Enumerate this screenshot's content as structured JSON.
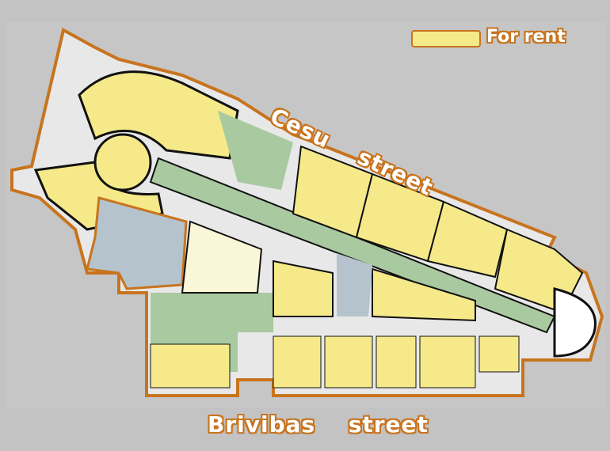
{
  "legend": {
    "label": "For rent",
    "color": "#f5e98a"
  },
  "streets": {
    "top": "Cesu  street",
    "bottom": "Brivibas  street"
  },
  "colors": {
    "for_rent": "#f5e98a",
    "corridor": "#a9c9a0",
    "hall": "#b5c3cc",
    "outline": "#c8741e",
    "wall": "#111111"
  }
}
